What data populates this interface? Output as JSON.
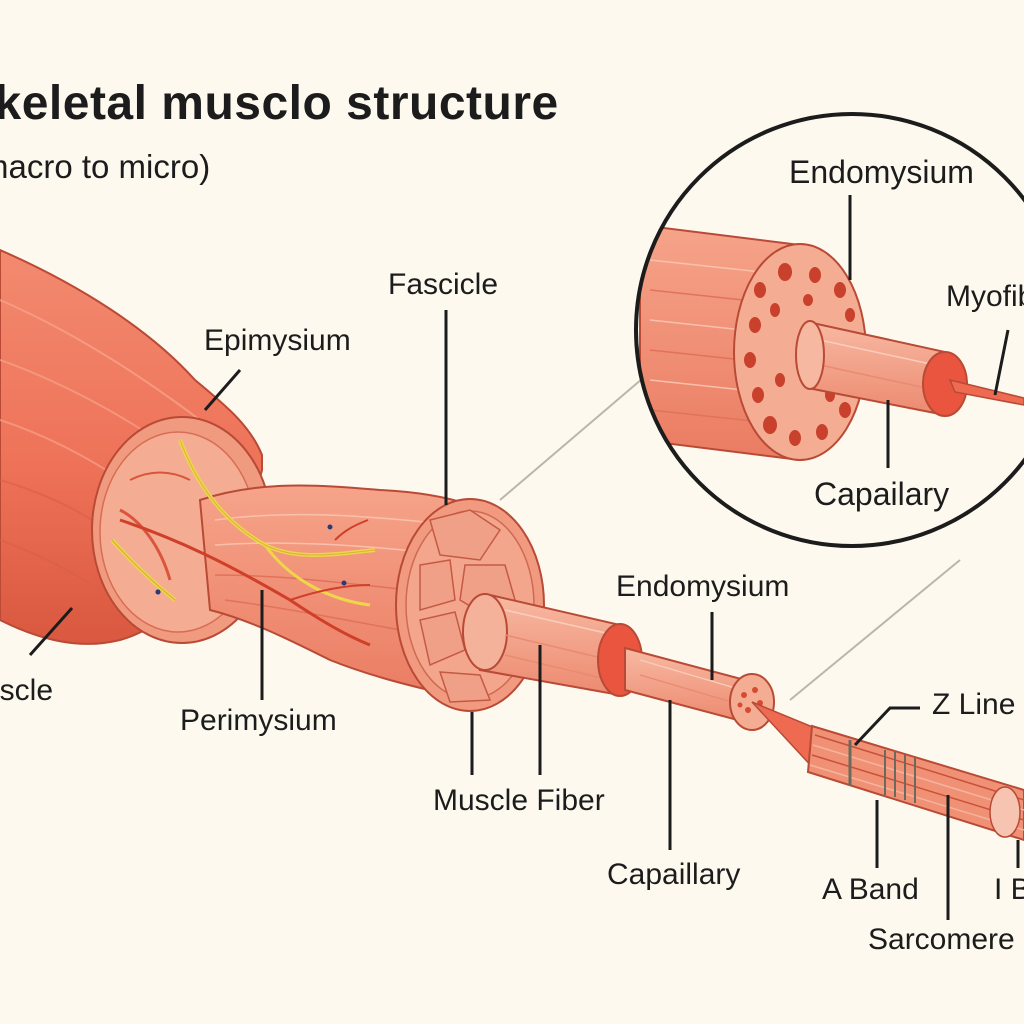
{
  "diagram": {
    "title": "Skeletal musclo structure",
    "subtitle": "(macro to micro)",
    "labels": {
      "muscle": "Muscle",
      "epimysium": "Epimysium",
      "fascicle": "Fascicle",
      "perimysium": "Perimysium",
      "muscle_fiber": "Muscle Fiber",
      "endomysium": "Endomysium",
      "capillary": "Capaillary",
      "z_line": "Z Line",
      "a_band": "A Band",
      "i_band": "I Band",
      "sarcomere": "Sarcomere"
    },
    "inset": {
      "endomysium": "Endomysium",
      "myofibril": "Myofibril",
      "capillary": "Capailary"
    },
    "colors": {
      "background": "#fdf9ef",
      "muscle": "#ee7258",
      "muscle_dark": "#c94a35",
      "section": "#f2a287",
      "nerve": "#f0d44a",
      "outline": "#1c1c1c"
    }
  }
}
